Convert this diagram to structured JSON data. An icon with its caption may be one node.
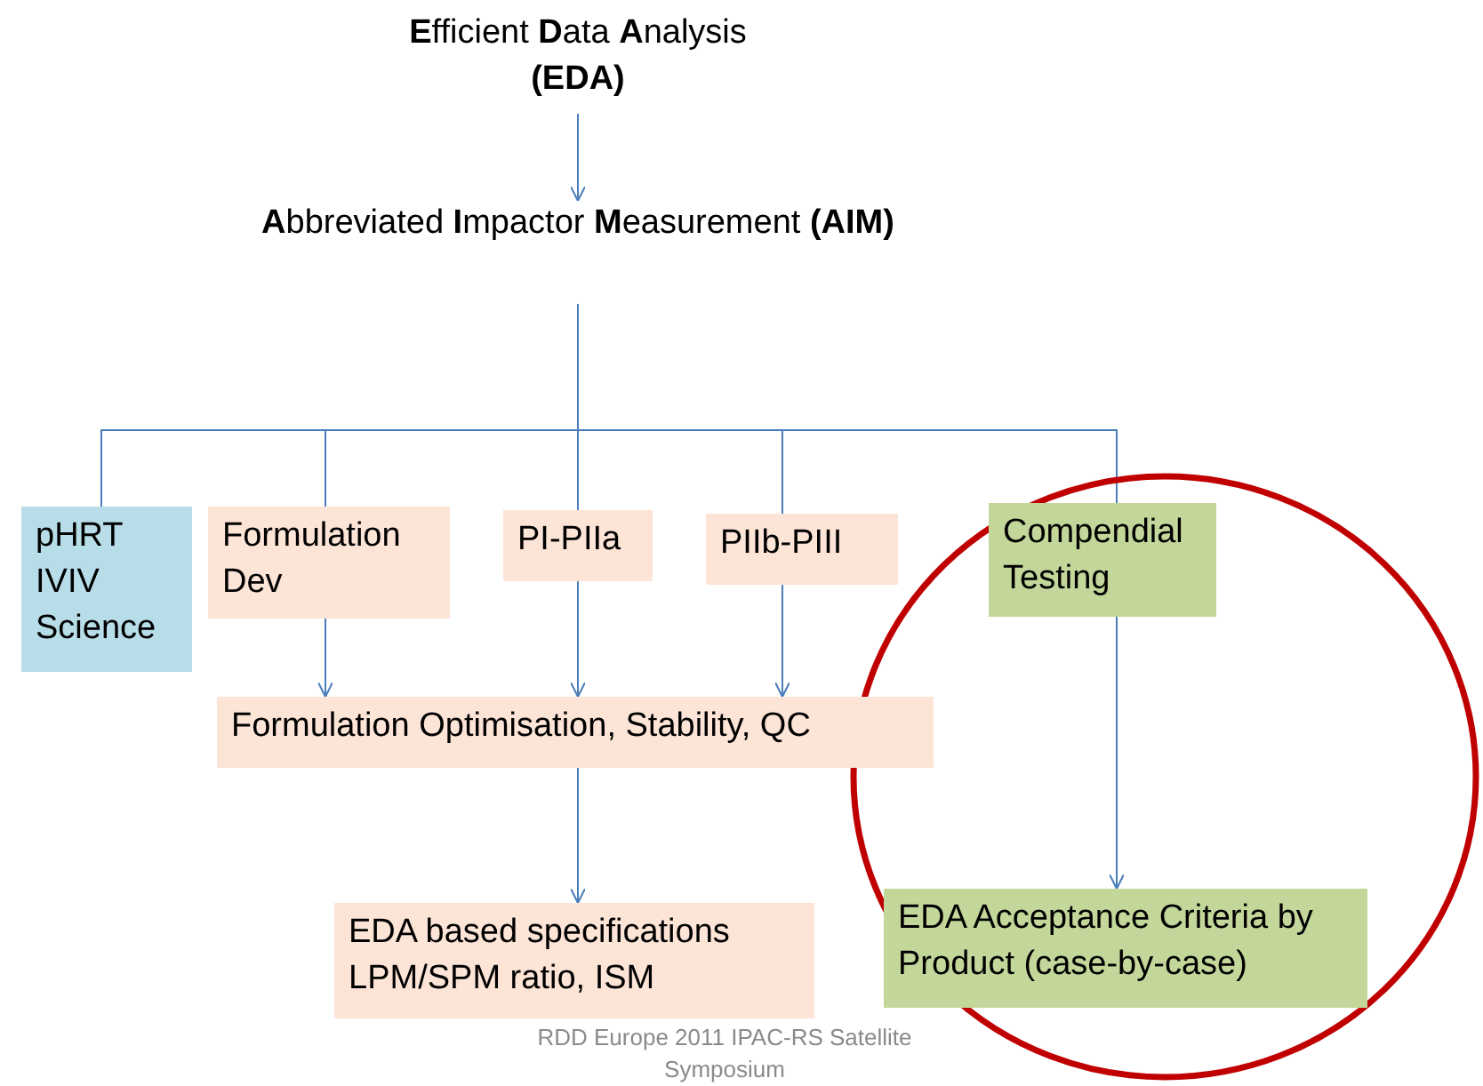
{
  "diagram": {
    "nodes": [
      {
        "text": [
          "**E**fficient **D**ata **A**nalysis **(EDA)**"
        ]
      },
      {
        "text": [
          "**A**bbreviated **I**mpactor **M**easurement **(AIM)**"
        ]
      },
      {
        "text": [
          "pHRT IVIV Science"
        ]
      },
      {
        "text": [
          "Formulation Dev"
        ]
      },
      {
        "text": [
          "PI-PIIa"
        ]
      },
      {
        "text": [
          "PIIb-PIII"
        ]
      },
      {
        "text": [],
        "shape": "circle"
      },
      {
        "text": [
          "Compendial Testing"
        ],
        "in": 6
      },
      {
        "text": [
          "Formulation Optimisation, Stability, QC"
        ]
      },
      {
        "text": [
          "EDA based specifications LPM/SPM ratio, ISM"
        ]
      },
      {
        "text": [
          "EDA Acceptance Criteria by Product (case-by-case)"
        ],
        "in": 6
      }
    ],
    "edges": [
      {
        "from": 0,
        "to": 1,
        "arrow": "to"
      },
      {
        "from": 1,
        "to": 2,
        "arrow": "none"
      },
      {
        "from": 1,
        "to": 3,
        "arrow": "none"
      },
      {
        "from": 1,
        "to": 4,
        "arrow": "none"
      },
      {
        "from": 1,
        "to": 5,
        "arrow": "none"
      },
      {
        "from": 1,
        "to": 7,
        "arrow": "none"
      },
      {
        "from": 3,
        "to": 8,
        "arrow": "to"
      },
      {
        "from": 4,
        "to": 8,
        "arrow": "to"
      },
      {
        "from": 5,
        "to": 8,
        "arrow": "to"
      },
      {
        "from": 8,
        "to": 9,
        "arrow": "to"
      },
      {
        "from": 7,
        "to": 10,
        "arrow": "to"
      }
    ],
    "labels": [
      "RDD Europe 2011 IPAC-RS Satellite Symposium"
    ]
  }
}
